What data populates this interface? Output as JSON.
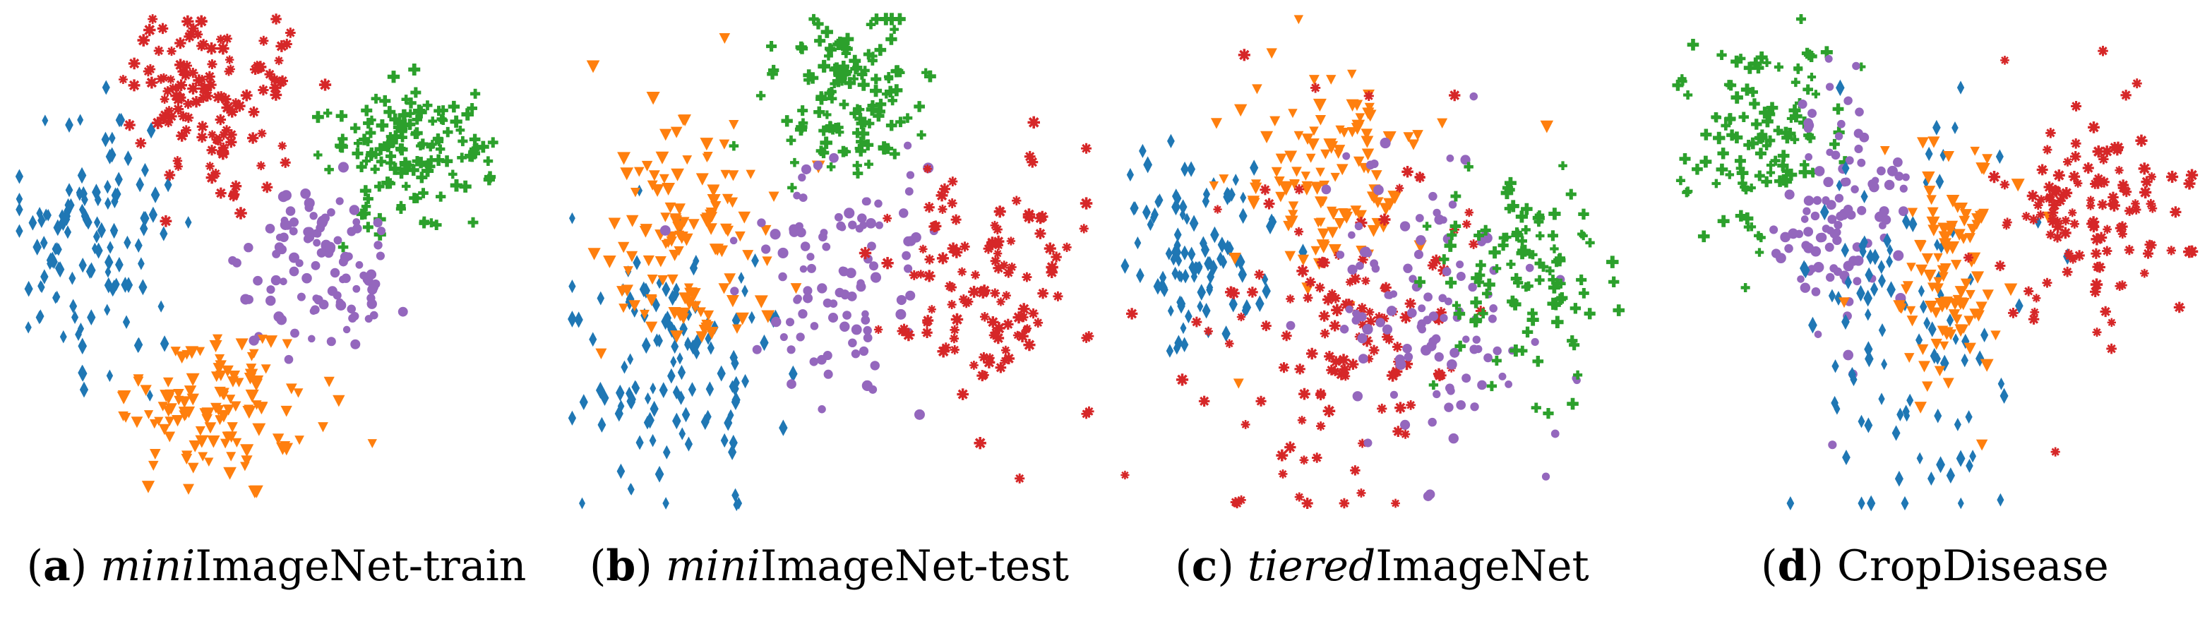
{
  "colors": {
    "blue": "#1f77b4",
    "orange": "#ff7f0e",
    "green": "#2ca02c",
    "red": "#d62728",
    "purple": "#9467bd"
  },
  "chart_data": [
    {
      "type": "scatter",
      "panel_letter": "a",
      "title_italic": "mini",
      "title_rest": "ImageNet-train",
      "xlim": [
        0,
        100
      ],
      "ylim": [
        0,
        100
      ],
      "grid": false,
      "clusters": [
        {
          "color": "blue",
          "marker": "diamond",
          "cx": 14,
          "cy": 54,
          "sx": 7.5,
          "sy": 11,
          "n": 110
        },
        {
          "color": "red",
          "marker": "star",
          "cx": 37,
          "cy": 82,
          "sx": 7,
          "sy": 9,
          "n": 120
        },
        {
          "color": "green",
          "marker": "plus",
          "cx": 76,
          "cy": 72,
          "sx": 8,
          "sy": 6,
          "n": 130
        },
        {
          "color": "purple",
          "marker": "circle",
          "cx": 57,
          "cy": 49,
          "sx": 7,
          "sy": 9,
          "n": 100
        },
        {
          "color": "orange",
          "marker": "triangle",
          "cx": 40,
          "cy": 20,
          "sx": 8,
          "sy": 6.5,
          "n": 110
        }
      ]
    },
    {
      "type": "scatter",
      "panel_letter": "b",
      "title_italic": "mini",
      "title_rest": "ImageNet-test",
      "xlim": [
        0,
        100
      ],
      "ylim": [
        0,
        100
      ],
      "grid": false,
      "clusters": [
        {
          "color": "blue",
          "marker": "diamond",
          "cx": 20,
          "cy": 27,
          "sx": 8.5,
          "sy": 12,
          "n": 110
        },
        {
          "color": "orange",
          "marker": "triangle",
          "cx": 23,
          "cy": 55,
          "sx": 8.5,
          "sy": 12,
          "n": 120
        },
        {
          "color": "green",
          "marker": "plus",
          "cx": 53,
          "cy": 83,
          "sx": 7,
          "sy": 9,
          "n": 120
        },
        {
          "color": "purple",
          "marker": "circle",
          "cx": 52,
          "cy": 46,
          "sx": 8,
          "sy": 11,
          "n": 100
        },
        {
          "color": "red",
          "marker": "star",
          "cx": 80,
          "cy": 45,
          "sx": 8,
          "sy": 12,
          "n": 110
        }
      ]
    },
    {
      "type": "scatter",
      "panel_letter": "c",
      "title_italic": "tiered",
      "title_rest": "ImageNet",
      "xlim": [
        0,
        100
      ],
      "ylim": [
        0,
        100
      ],
      "grid": false,
      "clusters": [
        {
          "color": "blue",
          "marker": "diamond",
          "cx": 15,
          "cy": 52,
          "sx": 7,
          "sy": 10,
          "n": 100
        },
        {
          "color": "orange",
          "marker": "triangle",
          "cx": 40,
          "cy": 67,
          "sx": 9,
          "sy": 11,
          "n": 110
        },
        {
          "color": "red",
          "marker": "star",
          "cx": 45,
          "cy": 36,
          "sx": 14,
          "sy": 17,
          "n": 120
        },
        {
          "color": "purple",
          "marker": "circle",
          "cx": 59,
          "cy": 43,
          "sx": 10,
          "sy": 15,
          "n": 110
        },
        {
          "color": "green",
          "marker": "plus",
          "cx": 77,
          "cy": 49,
          "sx": 8,
          "sy": 9,
          "n": 100
        }
      ]
    },
    {
      "type": "scatter",
      "panel_letter": "d",
      "title_italic": "",
      "title_rest": "CropDisease",
      "xlim": [
        0,
        100
      ],
      "ylim": [
        0,
        100
      ],
      "grid": false,
      "clusters": [
        {
          "color": "green",
          "marker": "plus",
          "cx": 17,
          "cy": 76,
          "sx": 8,
          "sy": 11,
          "n": 110
        },
        {
          "color": "purple",
          "marker": "circle",
          "cx": 33,
          "cy": 59,
          "sx": 6,
          "sy": 11,
          "n": 100
        },
        {
          "color": "blue",
          "marker": "diamond",
          "cx": 45,
          "cy": 35,
          "sx": 10,
          "sy": 22,
          "n": 100
        },
        {
          "color": "orange",
          "marker": "triangle",
          "cx": 53,
          "cy": 47,
          "sx": 5.5,
          "sy": 12,
          "n": 100
        },
        {
          "color": "red",
          "marker": "star",
          "cx": 80,
          "cy": 60,
          "sx": 8,
          "sy": 10,
          "n": 120
        }
      ]
    }
  ]
}
